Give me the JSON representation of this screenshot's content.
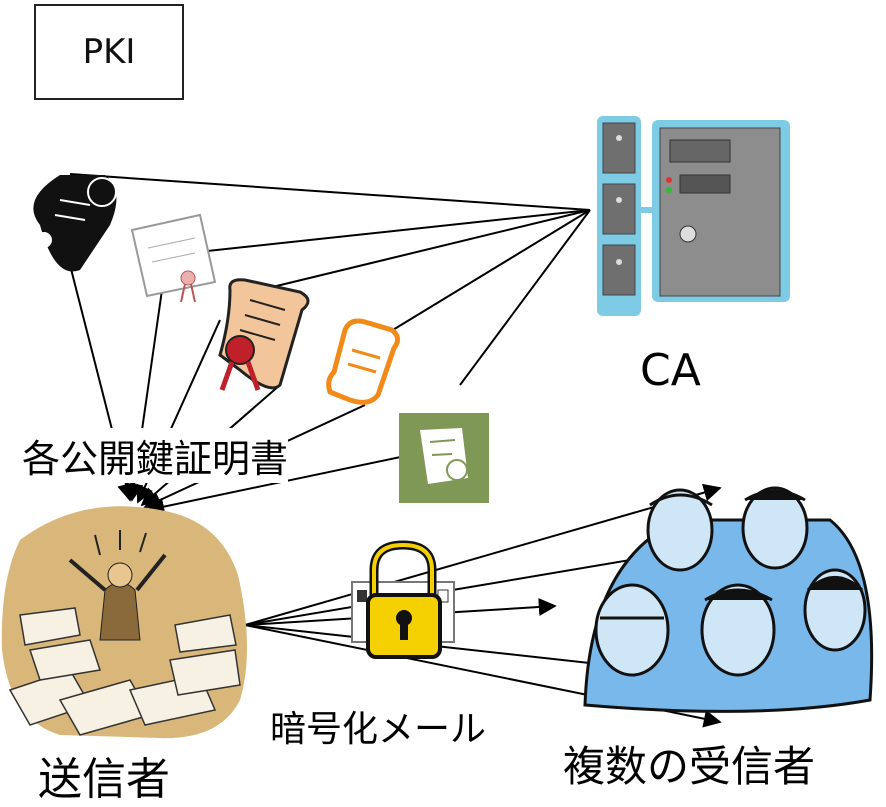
{
  "title": "PKI",
  "labels": {
    "ca": "CA",
    "certificates": "各公開鍵証明書",
    "encrypted_mail": "暗号化メール",
    "sender": "送信者",
    "recipients": "複数の受信者"
  },
  "icons": {
    "server": "server-icon",
    "scroll_black": "black-scroll-icon",
    "certificate": "certificate-icon",
    "diploma": "diploma-ribbon-icon",
    "scroll_orange": "orange-scroll-icon",
    "cert_green": "green-certificate-icon",
    "sender": "buried-in-paper-person-icon",
    "lock": "padlock-envelope-icon",
    "group": "people-group-icon"
  },
  "colors": {
    "server_accent": "#7ecbe6",
    "sender_bg": "#d9b77a",
    "group_blue": "#79b8ea",
    "lock_yellow": "#f5d000",
    "orange_scroll": "#f28a1a",
    "green_tile": "#7f9856"
  }
}
